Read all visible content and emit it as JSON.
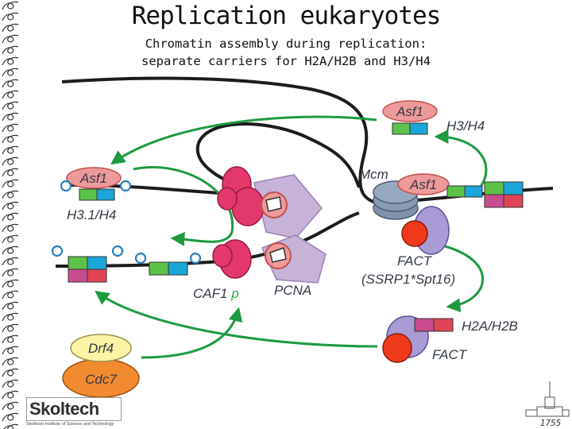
{
  "slide": {
    "title": "Replication eukaryotes",
    "subtitle_line1": "Chromatin assembly during replication:",
    "subtitle_line2": "separate carriers for H2A/H2B and H3/H4"
  },
  "diagram_labels": {
    "asf1_top": "Asf1",
    "h3h4": "H3/H4",
    "asf1_left": "Asf1",
    "h31h4": "H3.1/H4",
    "mcm": "Mcm",
    "asf1_mcm": "Asf1",
    "fact": "FACT",
    "fact_sub": "(SSRP1*Spt16)",
    "caf1": "CAF1",
    "caf1_p": "p",
    "pcna": "PCNA",
    "h2ah2b": "H2A/H2B",
    "fact_bottom": "FACT",
    "drf4": "Drf4",
    "cdc7": "Cdc7"
  },
  "logo": {
    "name": "Skoltech",
    "tagline": "Skolkovo Institute of Science and Technology"
  },
  "page_number": "1755",
  "colors": {
    "histone_green": "#5cc24a",
    "histone_blue": "#1aa6d8",
    "histone_magenta": "#c84d8e",
    "histone_red": "#e04556",
    "asf1_pink": "#ef9a9a",
    "caf1_magenta": "#e2386c",
    "pcna_lavender": "#c7b2d8",
    "mcm_gray": "#8a9cb4",
    "fact_lavender": "#a99bd6",
    "fact_red": "#ee3a1a",
    "arrow_green": "#1e9a40",
    "dna_black": "#1c1c1c",
    "drf4_yellow": "#fbf4a6",
    "cdc7_orange": "#f28a30"
  }
}
